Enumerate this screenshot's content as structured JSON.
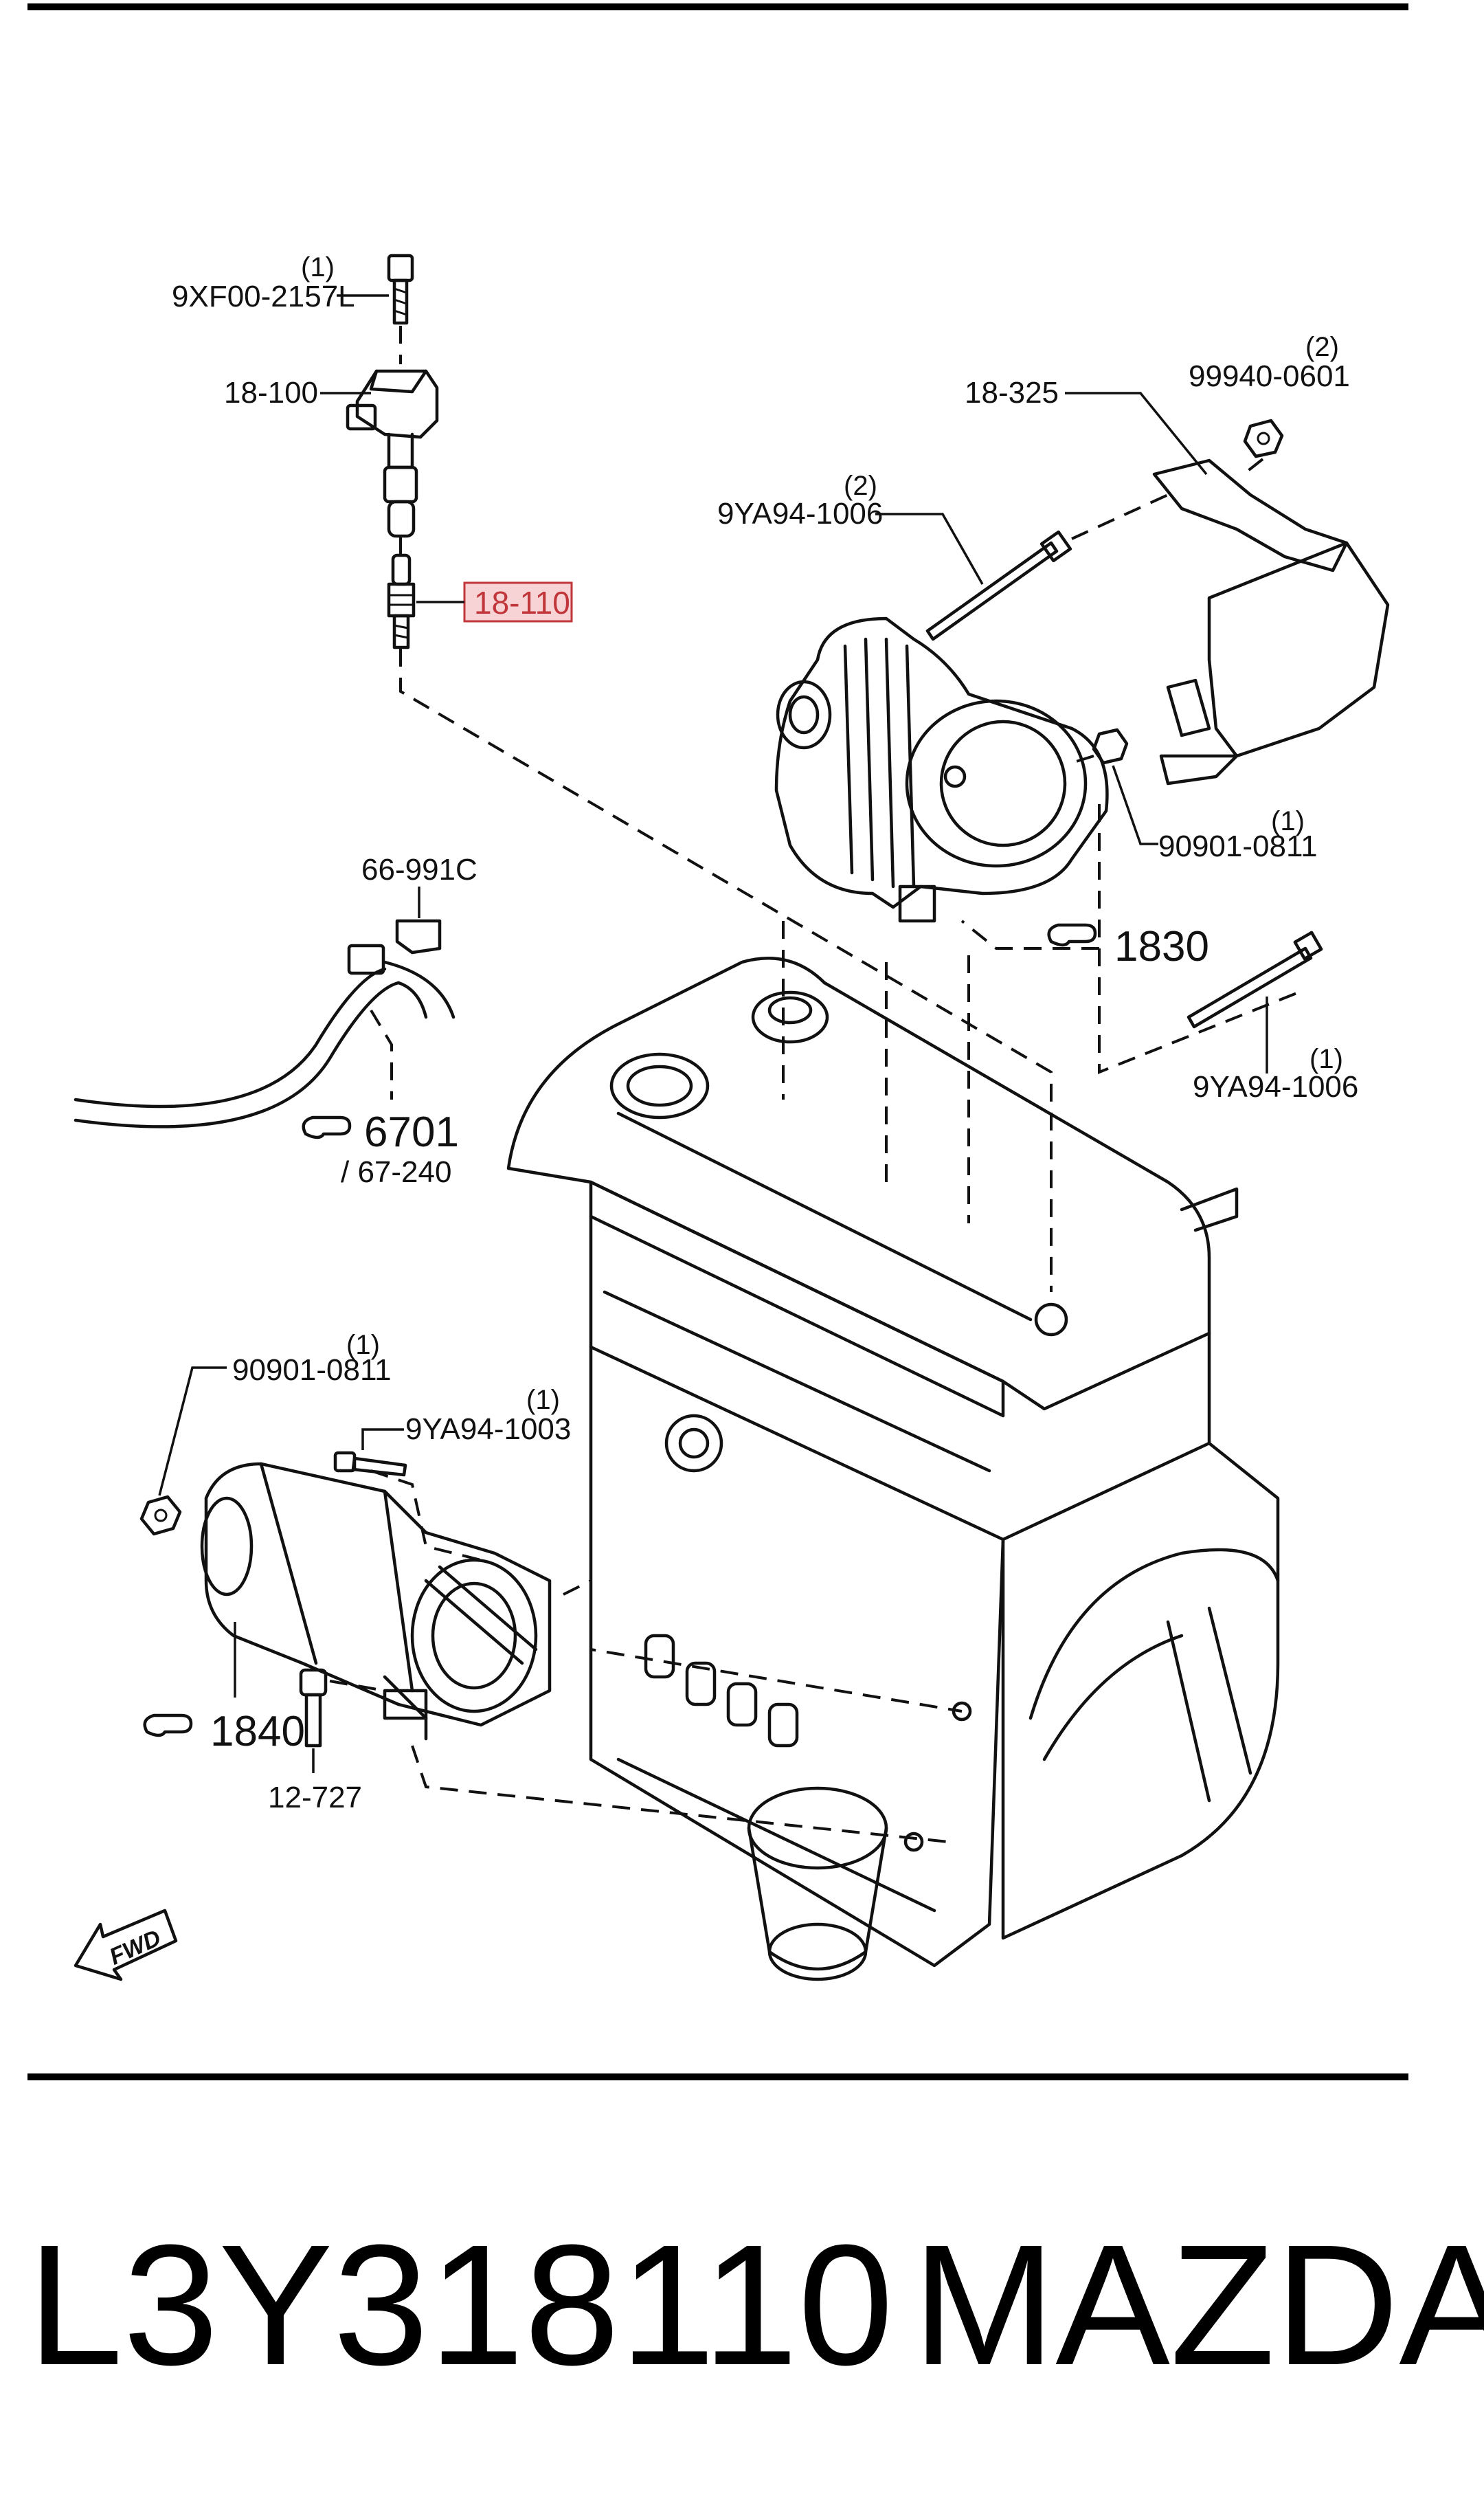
{
  "parts": {
    "bolt_coil": {
      "number": "9XF00-2157L",
      "qty": "(1)"
    },
    "ignition_coil": {
      "number": "18-100"
    },
    "spark_plug": {
      "number": "18-110",
      "highlight_color": "#c0363a"
    },
    "bracket": {
      "number": "18-325"
    },
    "nut_bracket": {
      "number": "99940-0601",
      "qty": "(2)"
    },
    "bolt_alt_2": {
      "number": "9YA94-1006",
      "qty": "(2)"
    },
    "nut_alt": {
      "number": "90901-0811",
      "qty": "(1)"
    },
    "harness_clip": {
      "number": "66-991C"
    },
    "bolt_alt_1": {
      "number": "9YA94-1006",
      "qty": "(1)"
    },
    "nut_starter": {
      "number": "90901-0811",
      "qty": "(1)"
    },
    "bolt_starter": {
      "number": "9YA94-1003",
      "qty": "(1)"
    },
    "bolt_starter_2": {
      "number": "12-727"
    }
  },
  "references": {
    "alternator": "1830",
    "harness": "6701",
    "harness_sub": "/ 67-240",
    "starter": "1840"
  },
  "fwd_label": "FWD",
  "footer": {
    "part_number": "L3Y318110",
    "brand": "MAZDA"
  }
}
